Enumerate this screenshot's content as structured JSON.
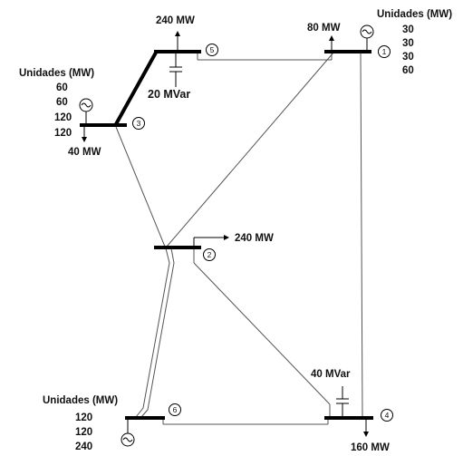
{
  "buses": [
    {
      "id": "1",
      "label": "1"
    },
    {
      "id": "2",
      "label": "2"
    },
    {
      "id": "3",
      "label": "3"
    },
    {
      "id": "4",
      "label": "4"
    },
    {
      "id": "5",
      "label": "5"
    },
    {
      "id": "6",
      "label": "6"
    }
  ],
  "loads": {
    "bus5": "240 MW",
    "bus1": "80 MW",
    "bus3": "40 MW",
    "bus2": "240 MW",
    "bus4": "160 MW"
  },
  "capacitors": {
    "bus5": "20 MVar",
    "bus4": "40 MVar"
  },
  "generators": {
    "bus1": {
      "title": "Unidades (MW)",
      "units": [
        "30",
        "30",
        "30",
        "60"
      ]
    },
    "bus3": {
      "title": "Unidades (MW)",
      "units": [
        "60",
        "60",
        "120",
        "120"
      ]
    },
    "bus6": {
      "title": "Unidades (MW)",
      "units": [
        "120",
        "120",
        "240"
      ]
    }
  }
}
